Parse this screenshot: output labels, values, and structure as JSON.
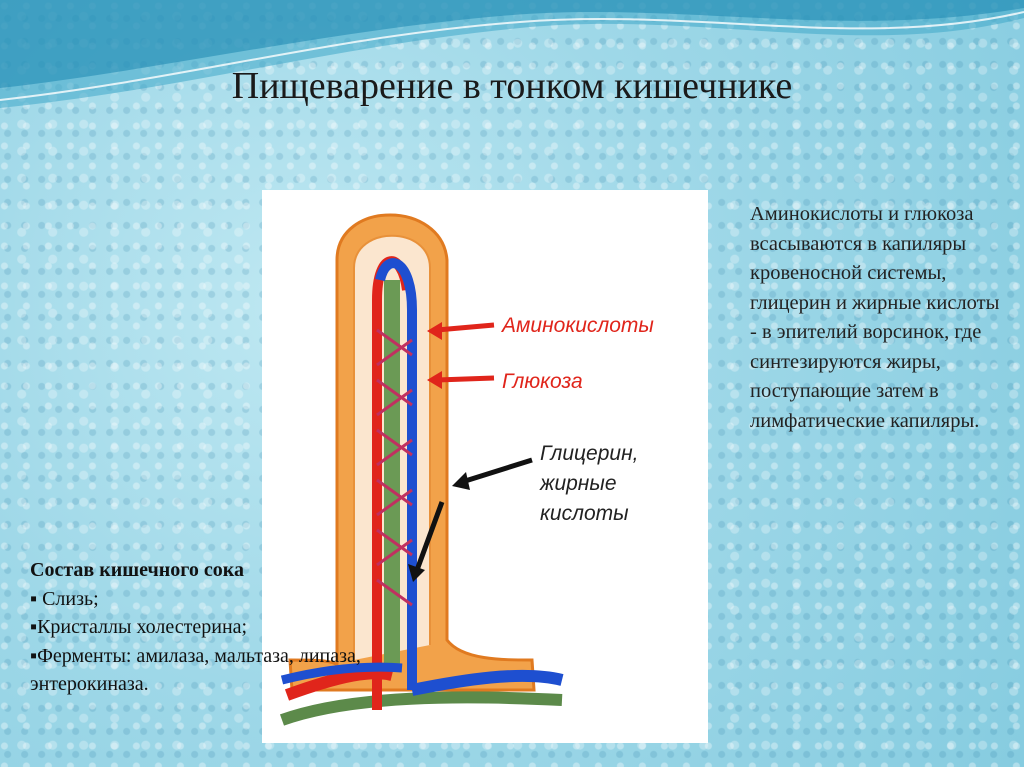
{
  "title": "Пищеварение в тонком кишечнике",
  "diagram": {
    "labels": {
      "amino": "Аминокислоты",
      "glucose": "Глюкоза",
      "glycerin_line1": "Глицерин,",
      "glycerin_line2": "жирные",
      "glycerin_line3": "кислоты"
    }
  },
  "side_text": "Аминокислоты и глюкоза всасываются в капиляры кровеносной системы, глицерин и жирные кислоты - в эпителий ворсинок, где синтезируются жиры, поступающие затем в лимфатические капиляры.",
  "composition": {
    "heading": "Состав кишечного сока",
    "items": [
      "▪ Слизь;",
      "▪Кристаллы холестерина;",
      "▪Ферменты: амилаза, мальтаза, липаза, энтерокиназа."
    ]
  },
  "colors": {
    "blood_arterial": "#e0251b",
    "blood_venous": "#1e4fd0",
    "lymph": "#5c8a4a",
    "epithelium": "#f0a348"
  }
}
